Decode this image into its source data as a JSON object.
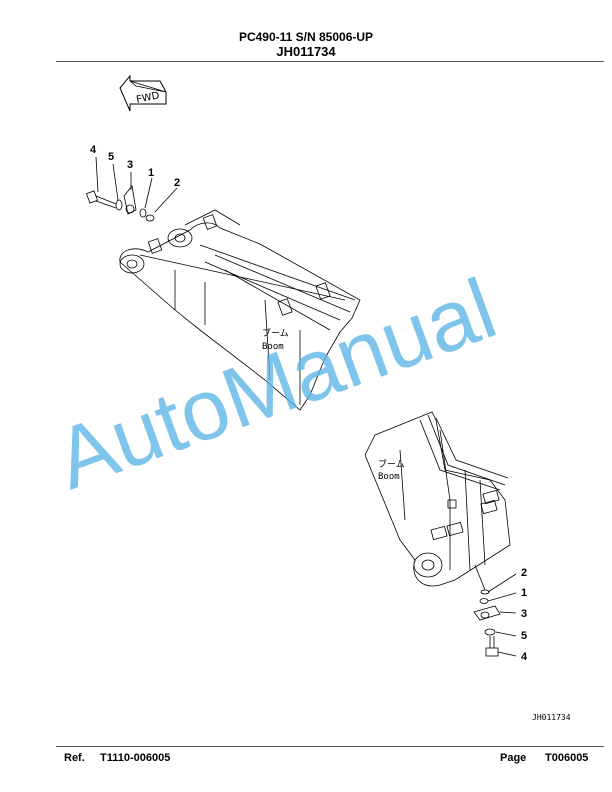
{
  "header": {
    "model": "PC490-11 S/N 85006-UP",
    "part_id": "JH011734"
  },
  "diagram": {
    "fwd_label": "FWD",
    "boom_jp": "ブーム",
    "boom_en": "Boom",
    "upper_callouts": [
      "4",
      "5",
      "3",
      "1",
      "2"
    ],
    "lower_callouts": [
      "2",
      "1",
      "3",
      "5",
      "4"
    ],
    "drawing_no": "JH011734"
  },
  "watermark": "AutoManual",
  "footer": {
    "ref_label": "Ref.",
    "ref_value": "T1110-006005",
    "page_label": "Page",
    "page_value": "T006005"
  }
}
